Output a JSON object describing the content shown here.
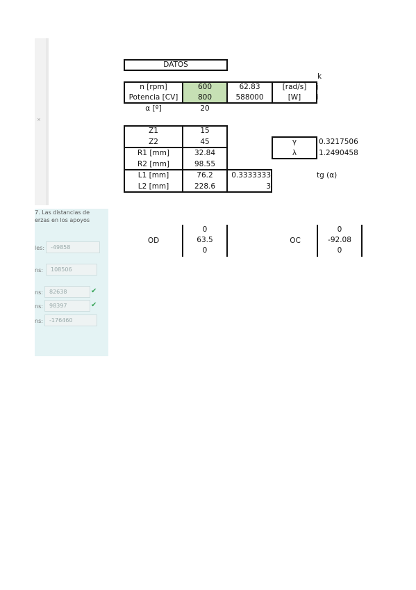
{
  "datos_title": "DATOS",
  "k_label": "k",
  "rows_top": [
    {
      "label": "n [rpm]",
      "value": "600",
      "calc": "62.83",
      "unit": "[rad/s]",
      "side": "j"
    },
    {
      "label": "Potencia [CV]",
      "value": "800",
      "calc": "588000",
      "unit": "[W]",
      "side": "i"
    },
    {
      "label": "α [º]",
      "value": "20"
    }
  ],
  "rows_mid": [
    {
      "label": "Z1",
      "value": "15"
    },
    {
      "label": "Z2",
      "value": "45"
    },
    {
      "label": "R1 [mm]",
      "value": "32.84"
    },
    {
      "label": "R2 [mm]",
      "value": "98.55"
    },
    {
      "label": "L1 [mm]",
      "value": "76.2",
      "extra": "0.3333333"
    },
    {
      "label": "L2 [mm]",
      "value": "228.6",
      "extra": "3"
    }
  ],
  "gamma": {
    "label": "γ",
    "value": "0.3217506"
  },
  "lambda": {
    "label": "λ",
    "value": "1.2490458"
  },
  "tg_label": "tg (α)",
  "od": {
    "label": "OD",
    "values": [
      "0",
      "63.5",
      "0"
    ]
  },
  "oc": {
    "label": "OC",
    "values": [
      "0",
      "-92.08",
      "0"
    ]
  },
  "screenshot": {
    "line1": "7. Las distancias de",
    "line2": "erzas en los apoyos",
    "fields": [
      {
        "label": "les:",
        "value": "-49858"
      },
      {
        "label": "ns:",
        "value": "108506"
      },
      {
        "label": "ns:",
        "value": "82638"
      },
      {
        "label": "ns:",
        "value": "98397"
      },
      {
        "label": "ns:",
        "value": "-176460"
      }
    ],
    "check": "✔"
  }
}
